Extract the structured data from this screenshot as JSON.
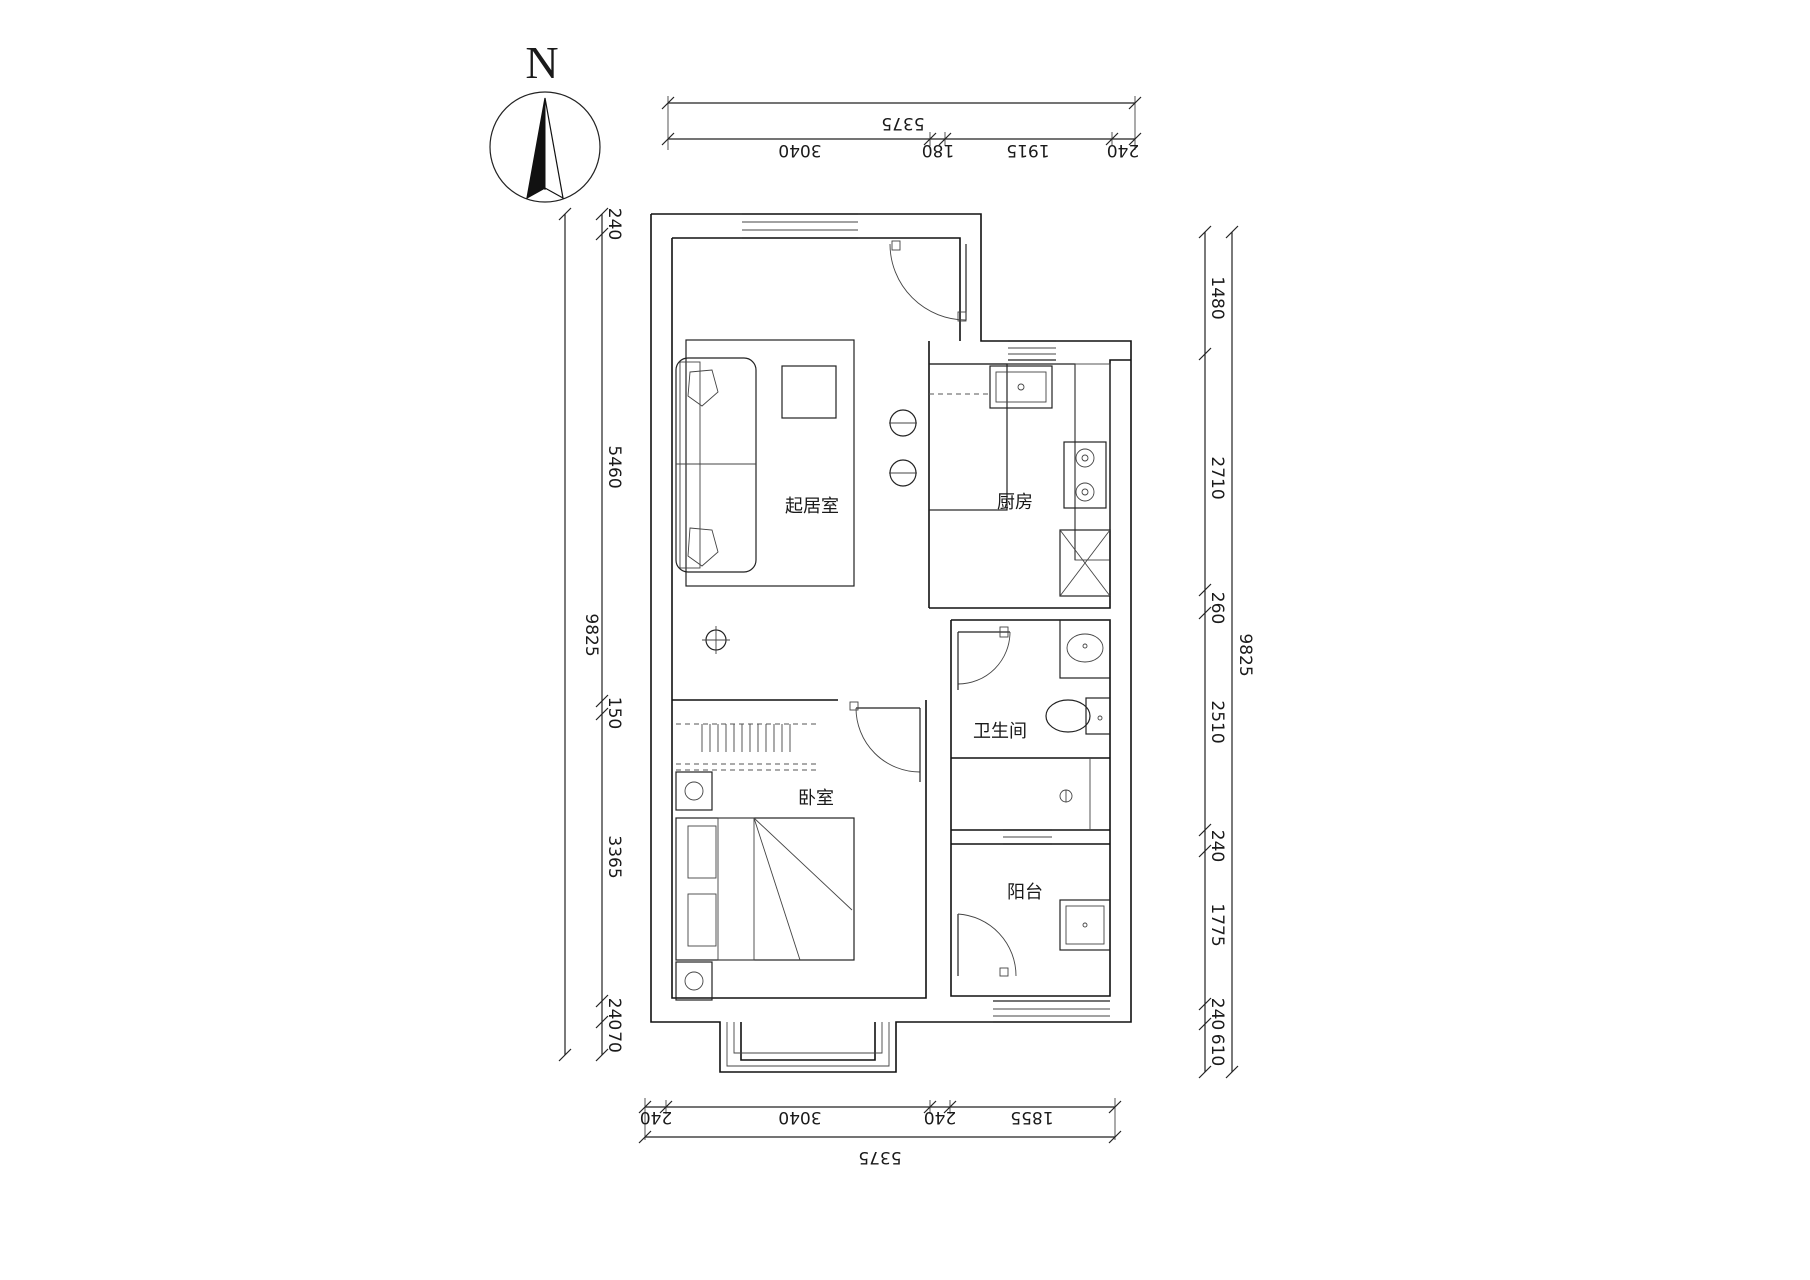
{
  "compass": {
    "label": "N",
    "icon": "north-arrow-icon"
  },
  "rooms": {
    "living": "起居室",
    "kitchen": "厨房",
    "bathroom": "卫生间",
    "bedroom": "卧室",
    "balcony": "阳台"
  },
  "dimensions": {
    "top_total": "5375",
    "top_segments": [
      "3040",
      "180",
      "1915",
      "240"
    ],
    "bottom_segments": [
      "240",
      "3040",
      "240",
      "1855"
    ],
    "bottom_total": "5375",
    "left_total": "9825",
    "left_segments": [
      "240",
      "5460",
      "150",
      "3365",
      "240",
      "70"
    ],
    "right_total": "9825",
    "right_segments": [
      "1480",
      "2710",
      "260",
      "2510",
      "240",
      "1775",
      "240",
      "610"
    ]
  },
  "colors": {
    "line": "#222222",
    "background": "#ffffff"
  }
}
